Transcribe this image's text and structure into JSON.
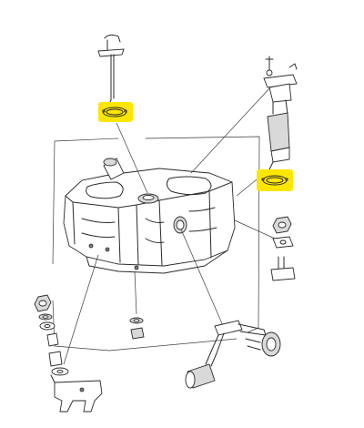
{
  "diagram": {
    "kind": "exploded-parts-view",
    "subject": "fuel-tank-assembly",
    "highlight_color": "#ffe600",
    "line_color": "#2a2a2a",
    "background_color": "#ffffff",
    "highlighted_parts": [
      "sender-gasket-top",
      "pump-gasket-right"
    ]
  }
}
